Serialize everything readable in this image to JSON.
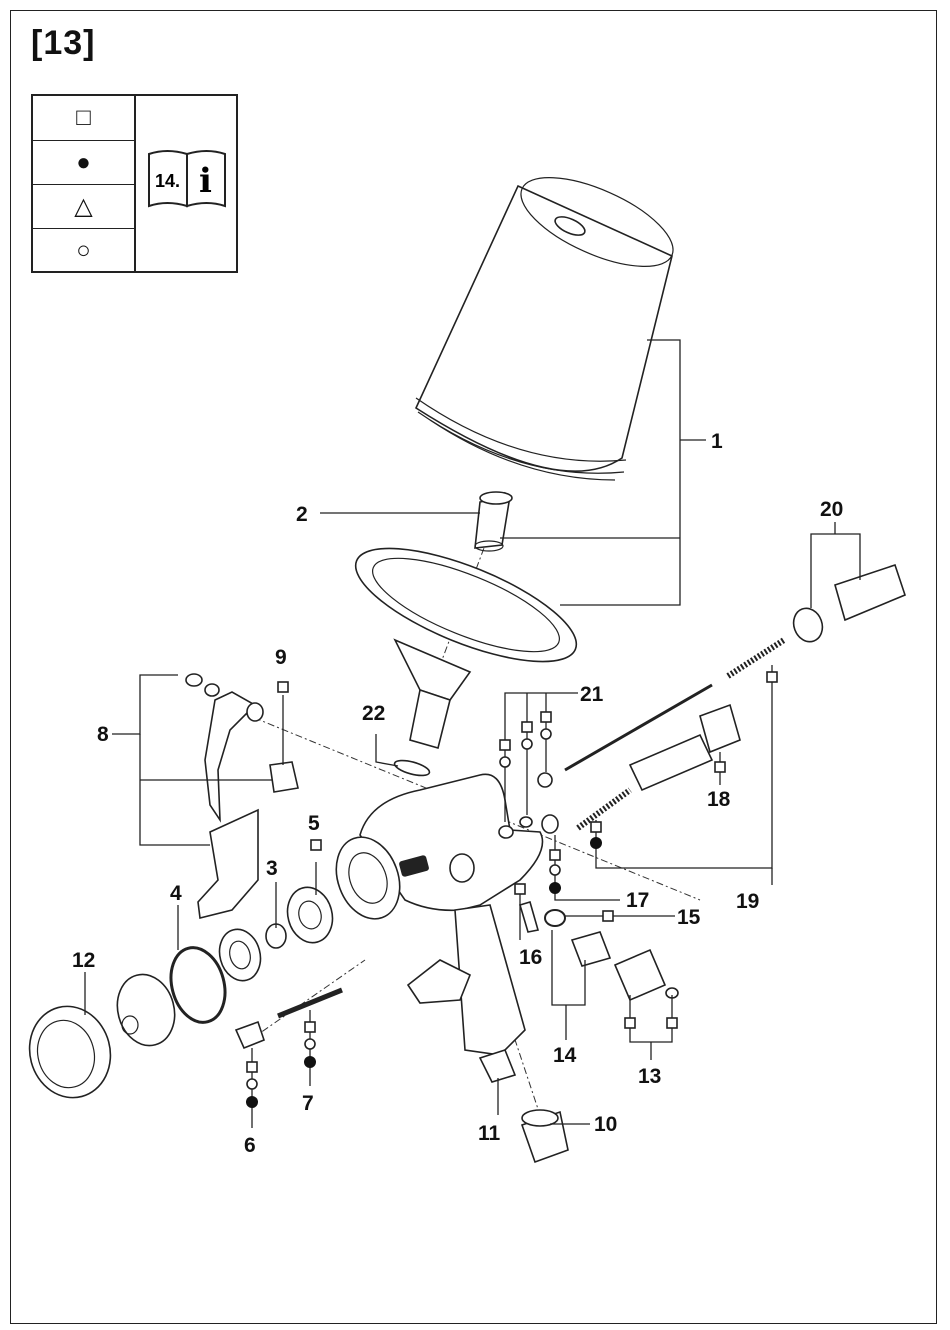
{
  "figure": {
    "title": "[13]"
  },
  "legend": {
    "manual_ref": "14.",
    "info_glyph": "i",
    "symbols": [
      {
        "icon": "square-outline-icon",
        "glyph": "□"
      },
      {
        "icon": "filled-circle-icon",
        "glyph": "●"
      },
      {
        "icon": "triangle-outline-icon",
        "glyph": "△"
      },
      {
        "icon": "circle-outline-icon",
        "glyph": "○"
      }
    ]
  },
  "callouts": [
    "1",
    "2",
    "3",
    "4",
    "5",
    "6",
    "7",
    "8",
    "9",
    "10",
    "11",
    "12",
    "13",
    "14",
    "15",
    "16",
    "17",
    "18",
    "19",
    "20",
    "21",
    "22"
  ]
}
